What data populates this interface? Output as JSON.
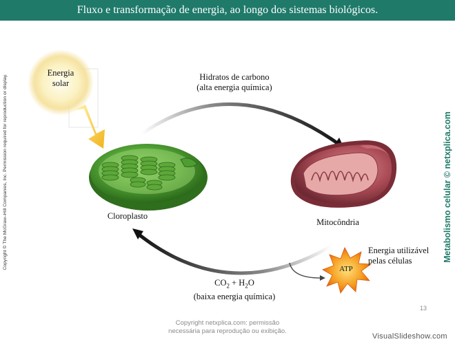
{
  "header": {
    "title": "Fluxo e transformação de energia, ao longo dos sistemas biológicos."
  },
  "side": {
    "copyright": "Copyright © The McGraw–Hill Companies, Inc. Permission required for reproduction or display.",
    "credit": "Metabolismo celular © netxplica.com"
  },
  "diagram": {
    "sun_label": "Energia solar",
    "top_arrow_label_1": "Hidratos de carbono",
    "top_arrow_label_2": "(alta energia química)",
    "chloroplast_label": "Cloroplasto",
    "mitochondria_label": "Mitocôndria",
    "atp_label": "ATP",
    "atp_energy_label_1": "Energia utilizável",
    "atp_energy_label_2": "pelas células",
    "bottom_arrow_label_1": "CO",
    "bottom_arrow_sub_1": "2",
    "bottom_arrow_plus": " + H",
    "bottom_arrow_sub_2": "2",
    "bottom_arrow_o": "O",
    "bottom_arrow_label_2": "(baixa energia química)"
  },
  "footer": {
    "permission_1": "Copyright netxplica.com: permissão",
    "permission_2": "necessária para reprodução ou exibição.",
    "page_number": "13",
    "watermark": "VisualSlideshow.com"
  },
  "colors": {
    "title_bar": "#1f7a6a",
    "chloroplast": "#3f8f2a",
    "mitochondria": "#b0505a",
    "atp_star": "#f39a1c"
  }
}
